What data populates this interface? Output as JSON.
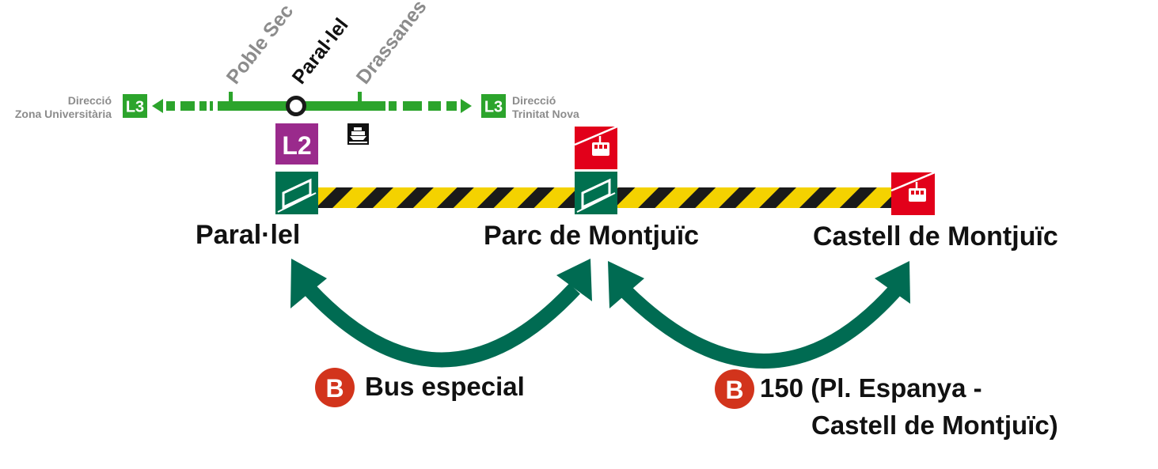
{
  "colors": {
    "metro_l3": "#2ca42c",
    "metro_l2": "#9a2a8c",
    "funicular": "#00704f",
    "cablecar": "#e2001a",
    "bus": "#d2341c",
    "stripe_yellow": "#f4d200",
    "stripe_black": "#1a1a1a",
    "grey_text": "#8c8c8c",
    "arrow": "#006b52"
  },
  "metro": {
    "line_badge_left": "L3",
    "line_badge_right": "L3",
    "direction_left": {
      "line1": "Direcció",
      "line2": "Zona Universitària"
    },
    "direction_right": {
      "line1": "Direcció",
      "line2": "Trinitat Nova"
    },
    "stations": [
      "Poble Sec",
      "Paral·lel",
      "Drassanes"
    ],
    "transfer_badge": "L2",
    "ferry_icon": "ferry-icon"
  },
  "funicular": {
    "stations": [
      "Paral·lel",
      "Parc de Montjuïc",
      "Castell de Montjuïc"
    ],
    "funicular_icon": "funicular-icon",
    "cablecar_icon": "cablecar-icon"
  },
  "bus": {
    "badge": "B",
    "route1": "Bus especial",
    "route2_line1": "150 (Pl. Espanya -",
    "route2_line2": "Castell de Montjuïc)"
  }
}
